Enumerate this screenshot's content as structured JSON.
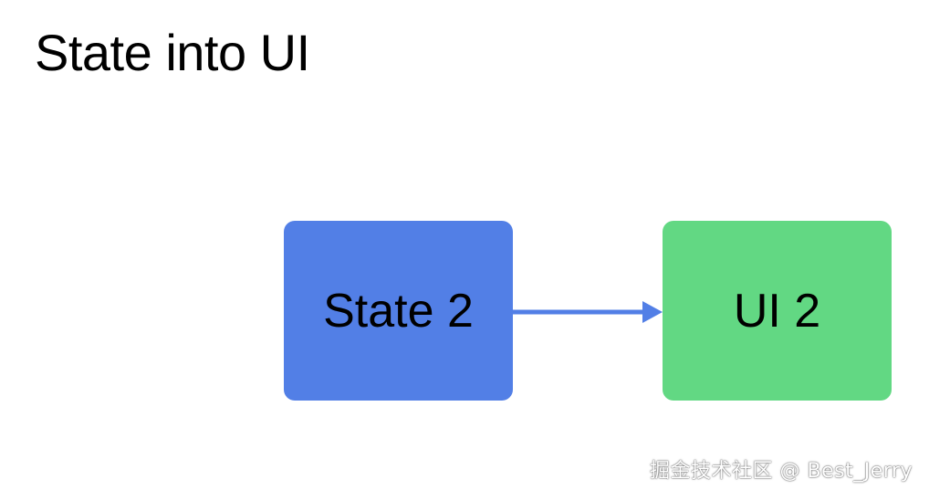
{
  "slide": {
    "title": "State into UI"
  },
  "diagram": {
    "source_box": {
      "label": "State 2",
      "color": "#527fe6"
    },
    "target_box": {
      "label": "UI 2",
      "color": "#62d883"
    },
    "arrow_color": "#527fe6"
  },
  "watermark": {
    "text": "掘金技术社区 @ Best_Jerry"
  }
}
